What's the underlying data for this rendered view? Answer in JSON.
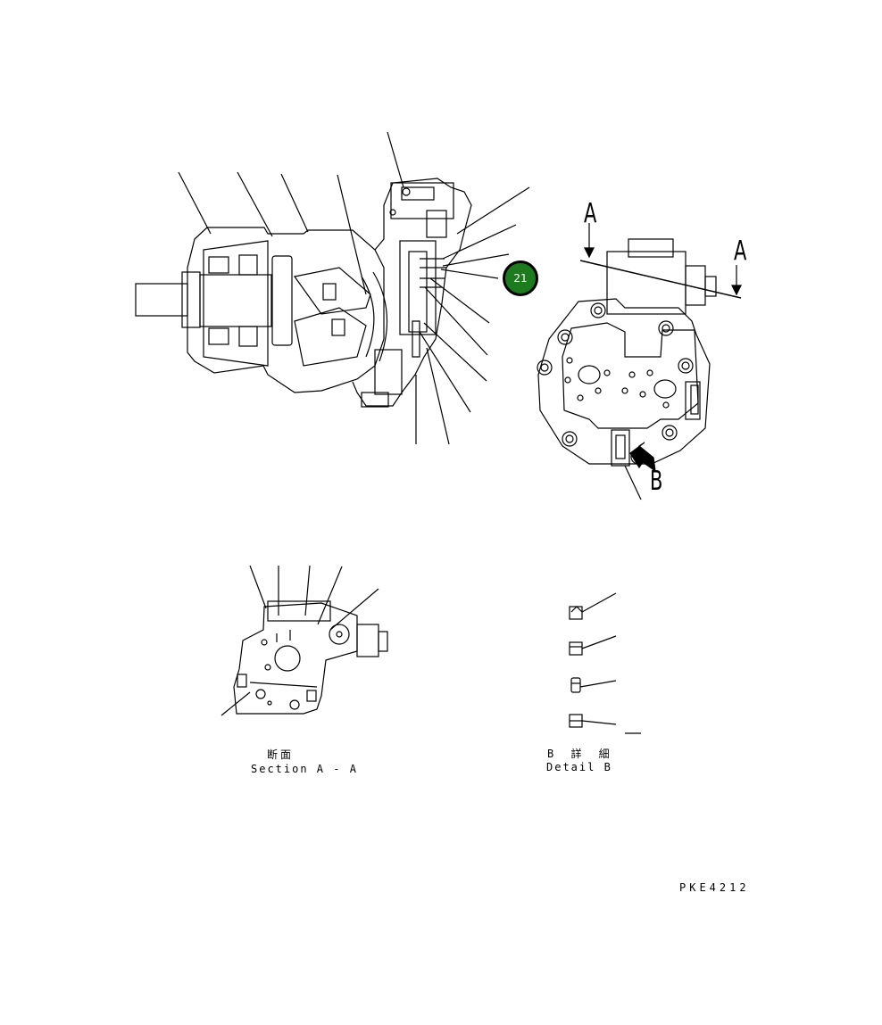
{
  "labels": {
    "section_marker_left": "A",
    "section_marker_right": "A",
    "detail_marker": "B",
    "section_title_jp": "断面",
    "section_title_en": "Section A - A",
    "detail_title_jp": "B 詳 細",
    "detail_title_en": "Detail B",
    "drawing_code": "PKE4212"
  },
  "callout": {
    "number": "21",
    "fill": "#1e7a1e"
  },
  "colors": {
    "line": "#000000",
    "background": "#ffffff"
  }
}
